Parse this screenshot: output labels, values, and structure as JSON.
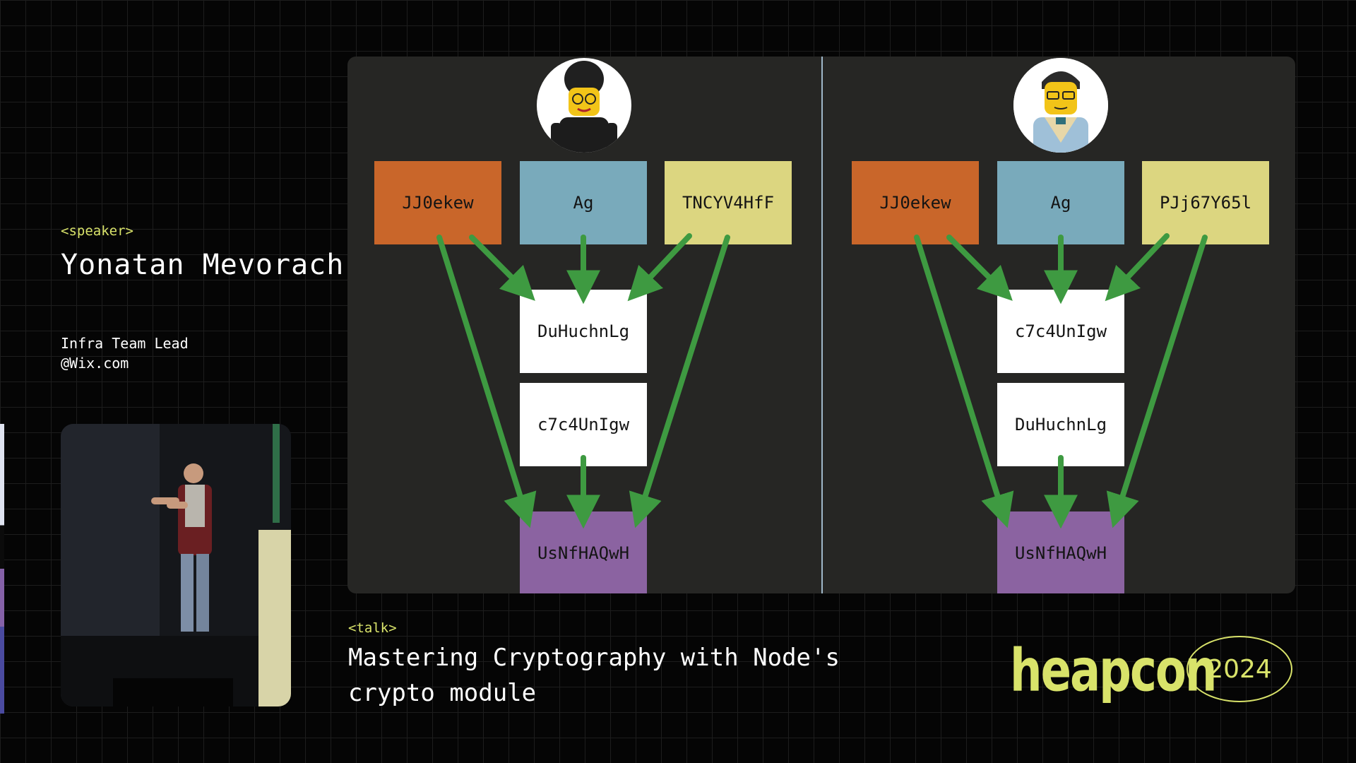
{
  "speaker": {
    "tag": "<speaker>",
    "name": "Yonatan Mevorach",
    "role": "Infra Team Lead",
    "company": "@Wix.com"
  },
  "talk": {
    "tag": "<talk>",
    "title": "Mastering Cryptography with Node's crypto module"
  },
  "event": {
    "logo_text": "heapcon",
    "year": "2024"
  },
  "slide": {
    "left_panel": {
      "avatar": "lego-figure-woman-icon",
      "inputs": [
        "JJ0ekew",
        "Ag",
        "TNCYV4HfF"
      ],
      "steps": [
        "DuHuchnLg",
        "c7c4UnIgw"
      ],
      "output": "UsNfHAQwH"
    },
    "right_panel": {
      "avatar": "lego-figure-man-icon",
      "inputs": [
        "JJ0ekew",
        "Ag",
        "PJj67Y65l"
      ],
      "steps": [
        "c7c4UnIgw",
        "DuHuchnLg"
      ],
      "output": "UsNfHAQwH"
    }
  },
  "colors": {
    "accent": "#d9e36a",
    "orange": "#c9662a",
    "blue": "#79aabb",
    "yellow": "#dcd680",
    "purple": "#8b63a1",
    "arrow": "#3e9a41"
  }
}
